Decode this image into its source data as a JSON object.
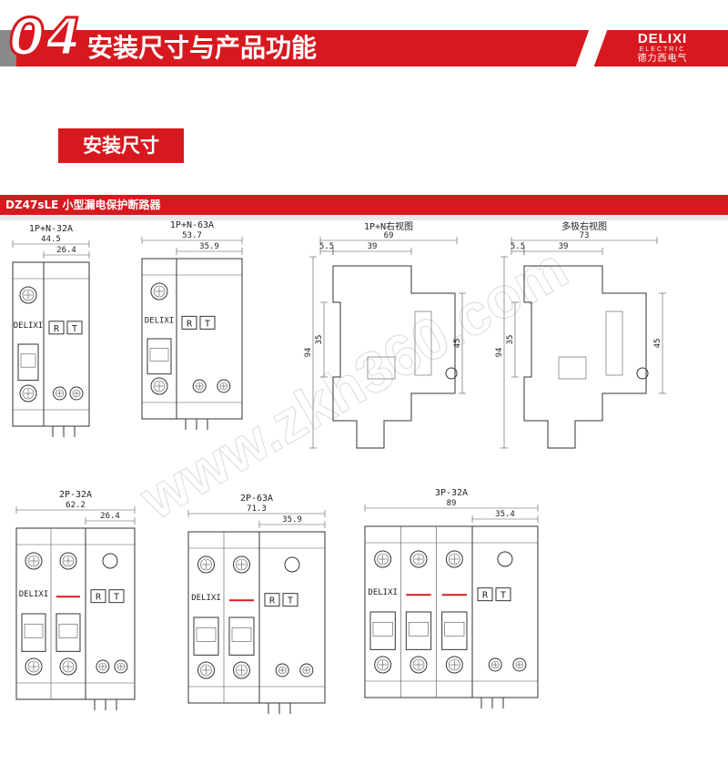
{
  "header": {
    "number": "04",
    "title": "安装尺寸与产品功能",
    "brand": {
      "name": "DELIXI",
      "sub": "ELECTRIC",
      "cn": "德力西电气"
    }
  },
  "section_tag": "安装尺寸",
  "model_bar": "DZ47sLE 小型漏电保护断路器",
  "watermark": "www.zkh360.com",
  "breaker_labels": {
    "brand": "DELIXI",
    "reset": "R",
    "test": "T"
  },
  "colors": {
    "accent": "#d7191f",
    "panel_gray": "#8a8a8a"
  },
  "front_views": [
    {
      "label": "1P+N-32A",
      "overall": "44.5",
      "partial": "26.4"
    },
    {
      "label": "1P+N-63A",
      "overall": "53.7",
      "partial": "35.9"
    },
    {
      "label": "2P-32A",
      "overall": "62.2",
      "partial": "26.4"
    },
    {
      "label": "2P-63A",
      "overall": "71.3",
      "partial": "35.9"
    },
    {
      "label": "3P-32A",
      "overall": "89",
      "partial": "35.4"
    }
  ],
  "side_views": [
    {
      "label": "1P+N右视图",
      "total": "69",
      "offset": "5.5",
      "depth": "39",
      "height": "94",
      "rail": "35",
      "front": "45"
    },
    {
      "label": "多极右视图",
      "total": "73",
      "offset": "5.5",
      "depth": "39",
      "height": "94",
      "rail": "35",
      "front": "45"
    }
  ]
}
